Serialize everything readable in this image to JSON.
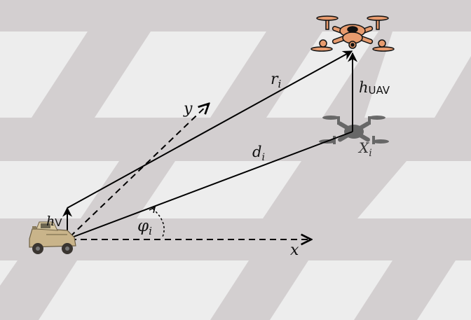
{
  "labels": {
    "r_base": "r",
    "r_sub": "i",
    "h_uav_base": "h",
    "h_uav_sub": "UAV",
    "y_axis": "y",
    "x_axis": "x",
    "d_base": "d",
    "d_sub": "i",
    "X_base": "X",
    "X_sub": "i",
    "h_v_base": "h",
    "h_v_sub": "V",
    "phi_base": "φ",
    "phi_sub": "i"
  },
  "colors": {
    "background": "#d3cfd0",
    "stripe": "#ededed",
    "line": "#000000",
    "drone_body": "#e79b6e",
    "drone_shadow": "#555555",
    "vehicle": "#c9b48a"
  },
  "icons": {
    "drone": "quadcopter-drone-icon",
    "drone_shadow": "drone-shadow-icon",
    "vehicle": "military-vehicle-icon"
  }
}
